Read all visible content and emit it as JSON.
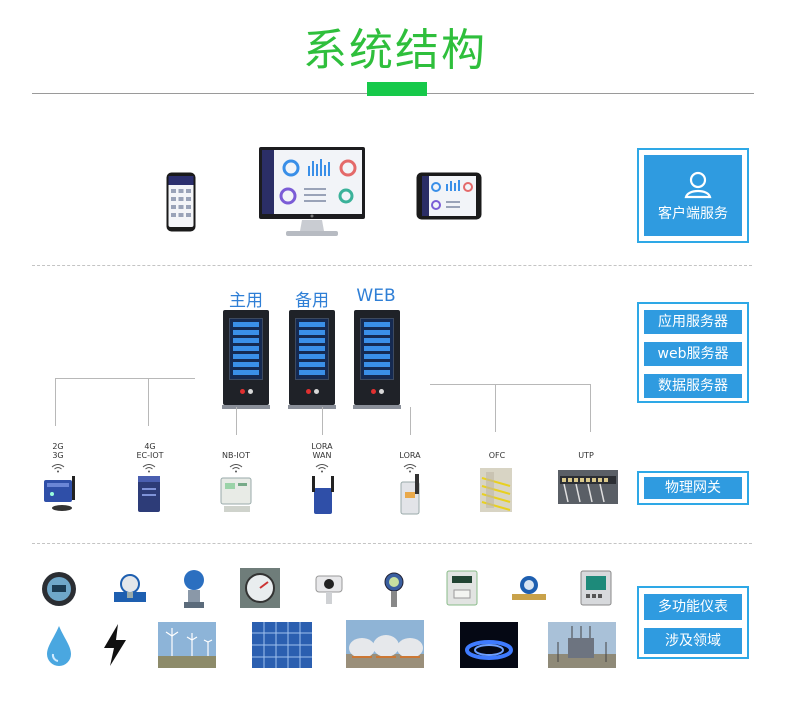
{
  "title": "系统结构",
  "client_layer": {
    "label": "客户端服务",
    "icon": "user-icon"
  },
  "servers": [
    {
      "label": "主用"
    },
    {
      "label": "备用"
    },
    {
      "label": "WEB"
    }
  ],
  "app_layer_buttons": [
    "应用服务器",
    "web服务器",
    "数据服务器"
  ],
  "gateways": [
    {
      "label": "2G\n3G"
    },
    {
      "label": "4G\nEC-IOT"
    },
    {
      "label": "NB-IOT"
    },
    {
      "label": "LORA\nWAN"
    },
    {
      "label": "LORA"
    },
    {
      "label": "OFC"
    },
    {
      "label": "UTP"
    }
  ],
  "gateway_layer_label": "物理网关",
  "field_buttons": [
    "多功能仪表",
    "涉及领域"
  ],
  "colors": {
    "title_green": "#2fbf3c",
    "accent_green": "#16c94a",
    "panel_blue": "#2f9be0",
    "panel_border": "#2ea8e6",
    "server_label_blue": "#2f7fd6"
  }
}
